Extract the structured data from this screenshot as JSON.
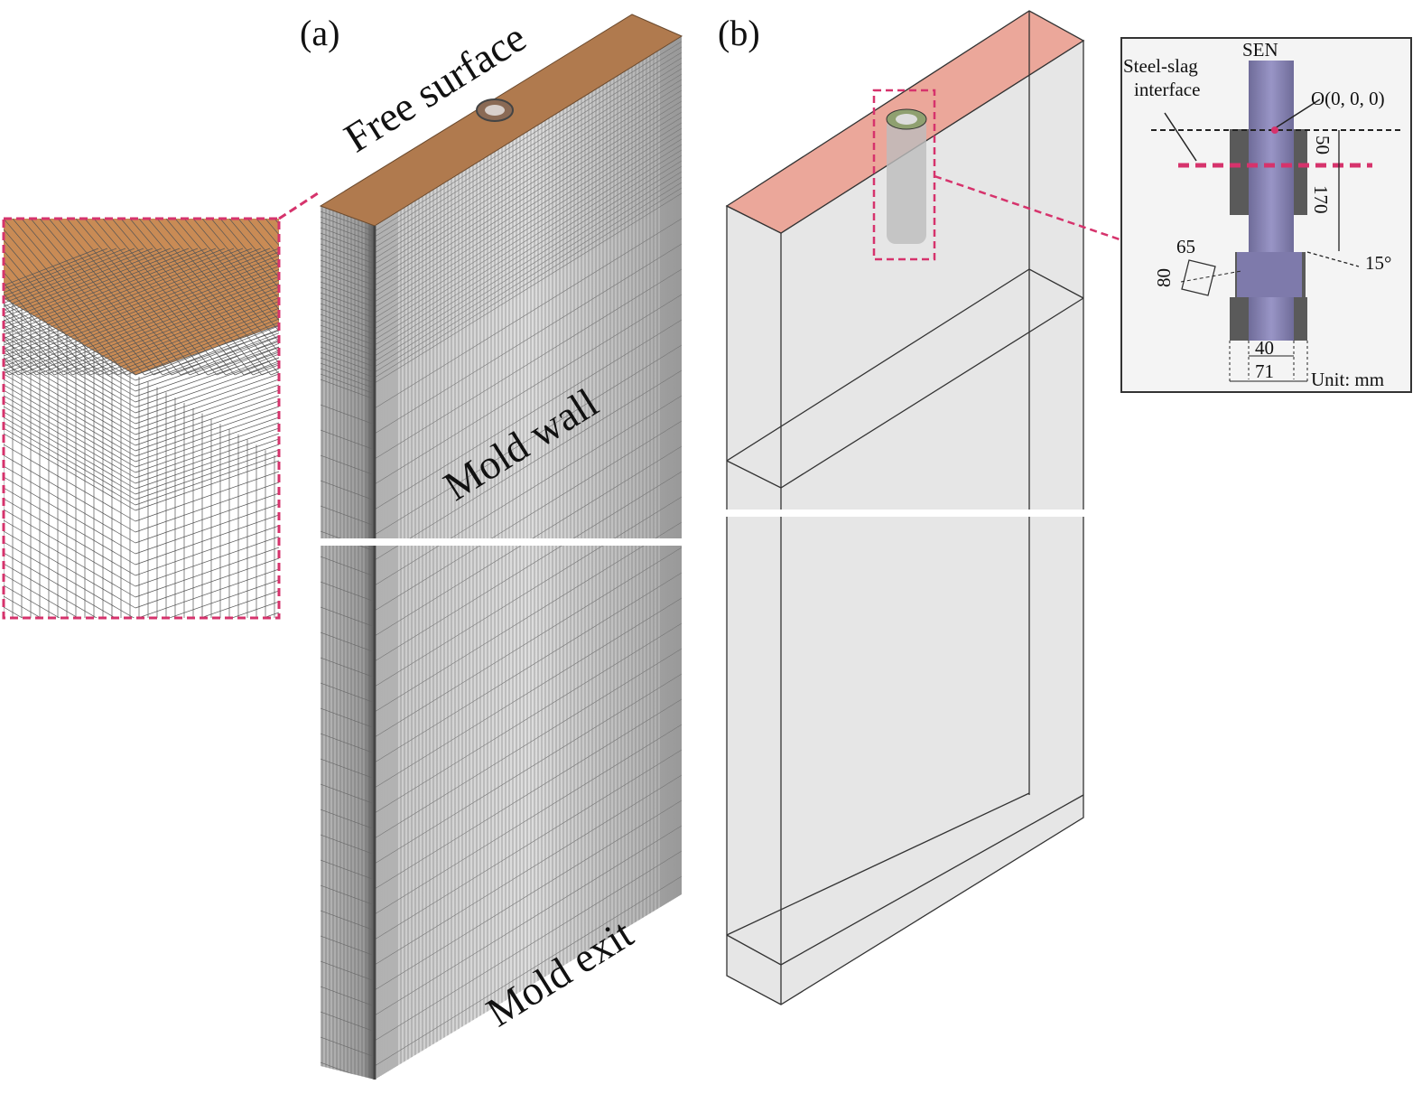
{
  "panel_a": {
    "label": "(a)",
    "free_surface": "Free surface",
    "mold_wall": "Mold wall",
    "mold_exit": "Mold exit"
  },
  "panel_b": {
    "label": "(b)",
    "inset": {
      "sen": "SEN",
      "steel_slag_1": "Steel-slag",
      "steel_slag_2": "interface",
      "origin": "O(0, 0, 0)",
      "dim_50": "50",
      "dim_170": "170",
      "dim_15": "15°",
      "dim_65": "65",
      "dim_80": "80",
      "dim_40": "40",
      "dim_71": "71",
      "unit": "Unit: mm"
    }
  },
  "colors": {
    "highlight": "#d6336c",
    "free_surface_brown": "#b07a4e",
    "free_surface_pink": "#eba79a",
    "sen_purple": "#8a86b8",
    "mesh_gray": "#8a8a8a"
  }
}
